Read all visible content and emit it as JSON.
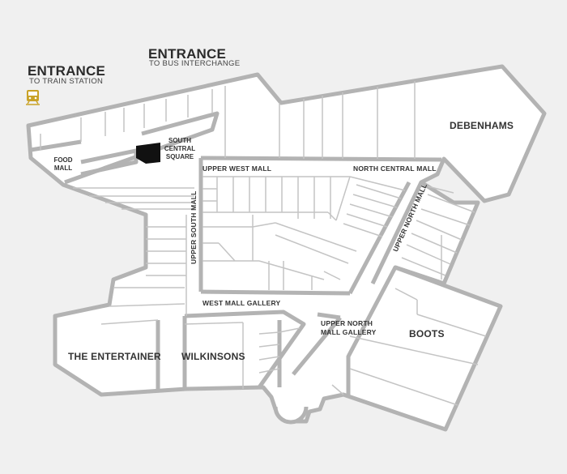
{
  "entrances": {
    "train": {
      "title": "ENTRANCE",
      "subtitle": "TO TRAIN STATION",
      "icon": "train-icon"
    },
    "bus": {
      "title": "ENTRANCE",
      "subtitle": "TO BUS INTERCHANGE"
    }
  },
  "malls": {
    "upper_west": "UPPER WEST MALL",
    "north_central": "NORTH CENTRAL MALL",
    "upper_north": "UPPER NORTH MALL",
    "upper_south": "UPPER SOUTH MALL",
    "west_gallery": "WEST MALL GALLERY",
    "upper_north_gallery_1": "UPPER NORTH",
    "upper_north_gallery_2": "MALL GALLERY",
    "food_1": "FOOD",
    "food_2": "MALL",
    "south_central_1": "SOUTH",
    "south_central_2": "CENTRAL",
    "south_central_3": "SQUARE"
  },
  "stores": {
    "debenhams": "DEBENHAMS",
    "boots": "BOOTS",
    "entertainer": "THE ENTERTAINER",
    "wilkinsons": "WILKINSONS"
  },
  "colors": {
    "background": "#f0f0f0",
    "unit_fill": "#ffffff",
    "outline": "#b3b3b3",
    "divider": "#c4c4c4",
    "highlight": "#111111",
    "train_icon": "#c9a227"
  }
}
